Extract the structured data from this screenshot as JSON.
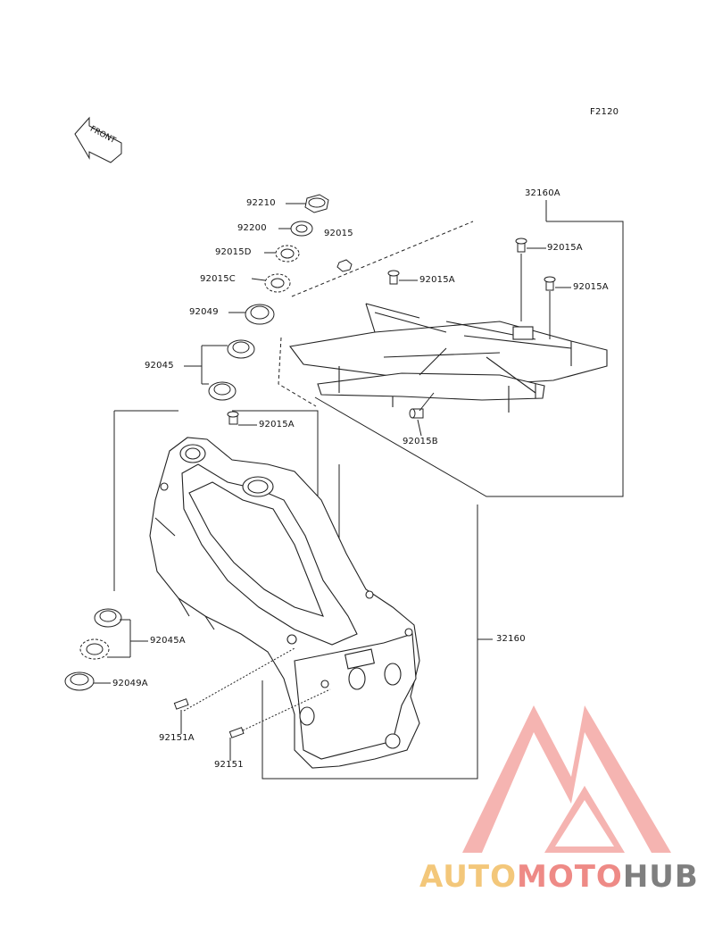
{
  "drawing_code": "F2120",
  "front_arrow_text": "FRONT",
  "parts": {
    "p92210": "92210",
    "p92200": "92200",
    "p92015": "92015",
    "p92015D": "92015D",
    "p92015C": "92015C",
    "p92049": "92049",
    "p92045": "92045",
    "p92015A_1": "92015A",
    "p92015A_2": "92015A",
    "p92015A_3": "92015A",
    "p92015A_4": "92015A",
    "p92015B": "92015B",
    "p32160A": "32160A",
    "p32160": "32160",
    "p92045A": "92045A",
    "p92049A": "92049A",
    "p92151A": "92151A",
    "p92151": "92151"
  },
  "watermark": {
    "part1": "AUTO",
    "part2": "MOTO",
    "part3": "HUB",
    "color_light": "#f3c77a",
    "color_mid": "#ee8a86",
    "color_dark": "#7f7f7f"
  }
}
